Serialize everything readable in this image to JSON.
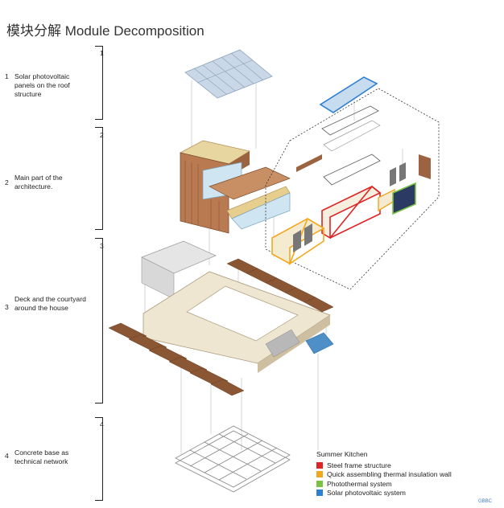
{
  "title": "模块分解 Module Decomposition",
  "modules": [
    {
      "num": "1",
      "label": "Solar photovoltaic panels on the roof structure"
    },
    {
      "num": "2",
      "label": "Main part of the architecture."
    },
    {
      "num": "3",
      "label": "Deck and the courtyard around the house"
    },
    {
      "num": "4",
      "label": "Concrete base as technical network"
    }
  ],
  "legend": {
    "title": "Summer Kitchen",
    "items": [
      {
        "label": "Steel frame structure",
        "color": "#e02424"
      },
      {
        "label": "Quick assembling thermal insulation wall",
        "color": "#f2a81d"
      },
      {
        "label": "Photothermal system",
        "color": "#7cc242"
      },
      {
        "label": "Solar photovoltaic system",
        "color": "#2f7fd3"
      }
    ]
  },
  "logo": "GBBC"
}
